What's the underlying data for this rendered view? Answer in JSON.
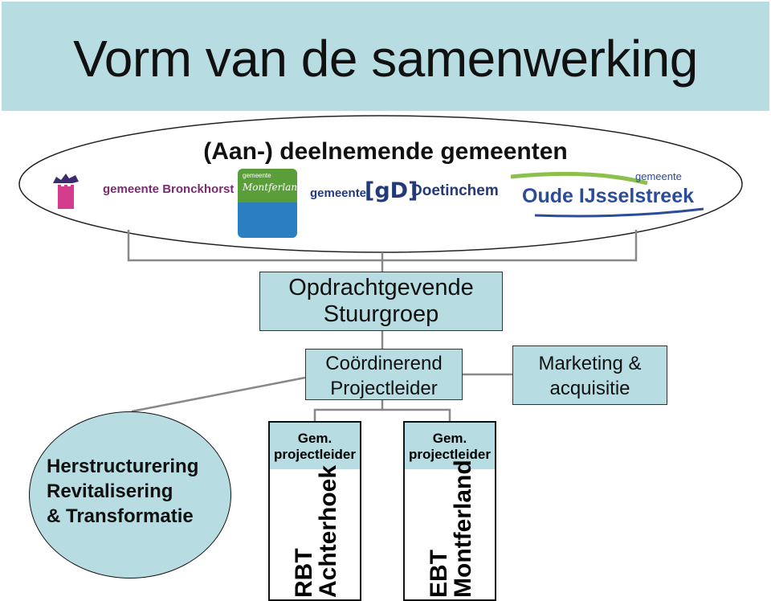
{
  "title": "Vorm van de samenwerking",
  "ellipse": {
    "title": "(Aan-) deelnemende gemeenten",
    "logos": {
      "bronckhorst": "gemeente Bronckhorst",
      "montferland_small": "gemeente",
      "montferland_name": "Montferland",
      "doetinchem_prefix": "gemeente",
      "doetinchem_mark": "[gD]",
      "doetinchem_name": "Doetinchem",
      "oude_small": "gemeente",
      "oude_name": "Oude IJsselstreek"
    }
  },
  "nodes": {
    "stuurgroep": [
      "Opdrachtgevende",
      "Stuurgroep"
    ],
    "projectleider": [
      "Coördinerend",
      "Projectleider"
    ],
    "marketing": [
      "Marketing &",
      "acquisitie"
    ],
    "herstructurering": [
      "Herstructurering",
      "Revitalisering",
      "& Transformatie"
    ],
    "rbt": {
      "head": [
        "Gem.",
        "projectleider"
      ],
      "body": [
        "RBT",
        "Achterhoek"
      ]
    },
    "ebt": {
      "head": [
        "Gem.",
        "projectleider"
      ],
      "body": [
        "EBT",
        "Montferland"
      ]
    }
  },
  "colors": {
    "box_fill": "#b7dde2",
    "line": "#888888",
    "bronckhorst_purple": "#7b2b72",
    "doetinchem_navy": "#233a7a",
    "oude_blue": "#2b4c9a",
    "oude_green": "#8cc04c",
    "montferland_green": "#5a9e3a",
    "montferland_blue": "#2b7fc1"
  }
}
